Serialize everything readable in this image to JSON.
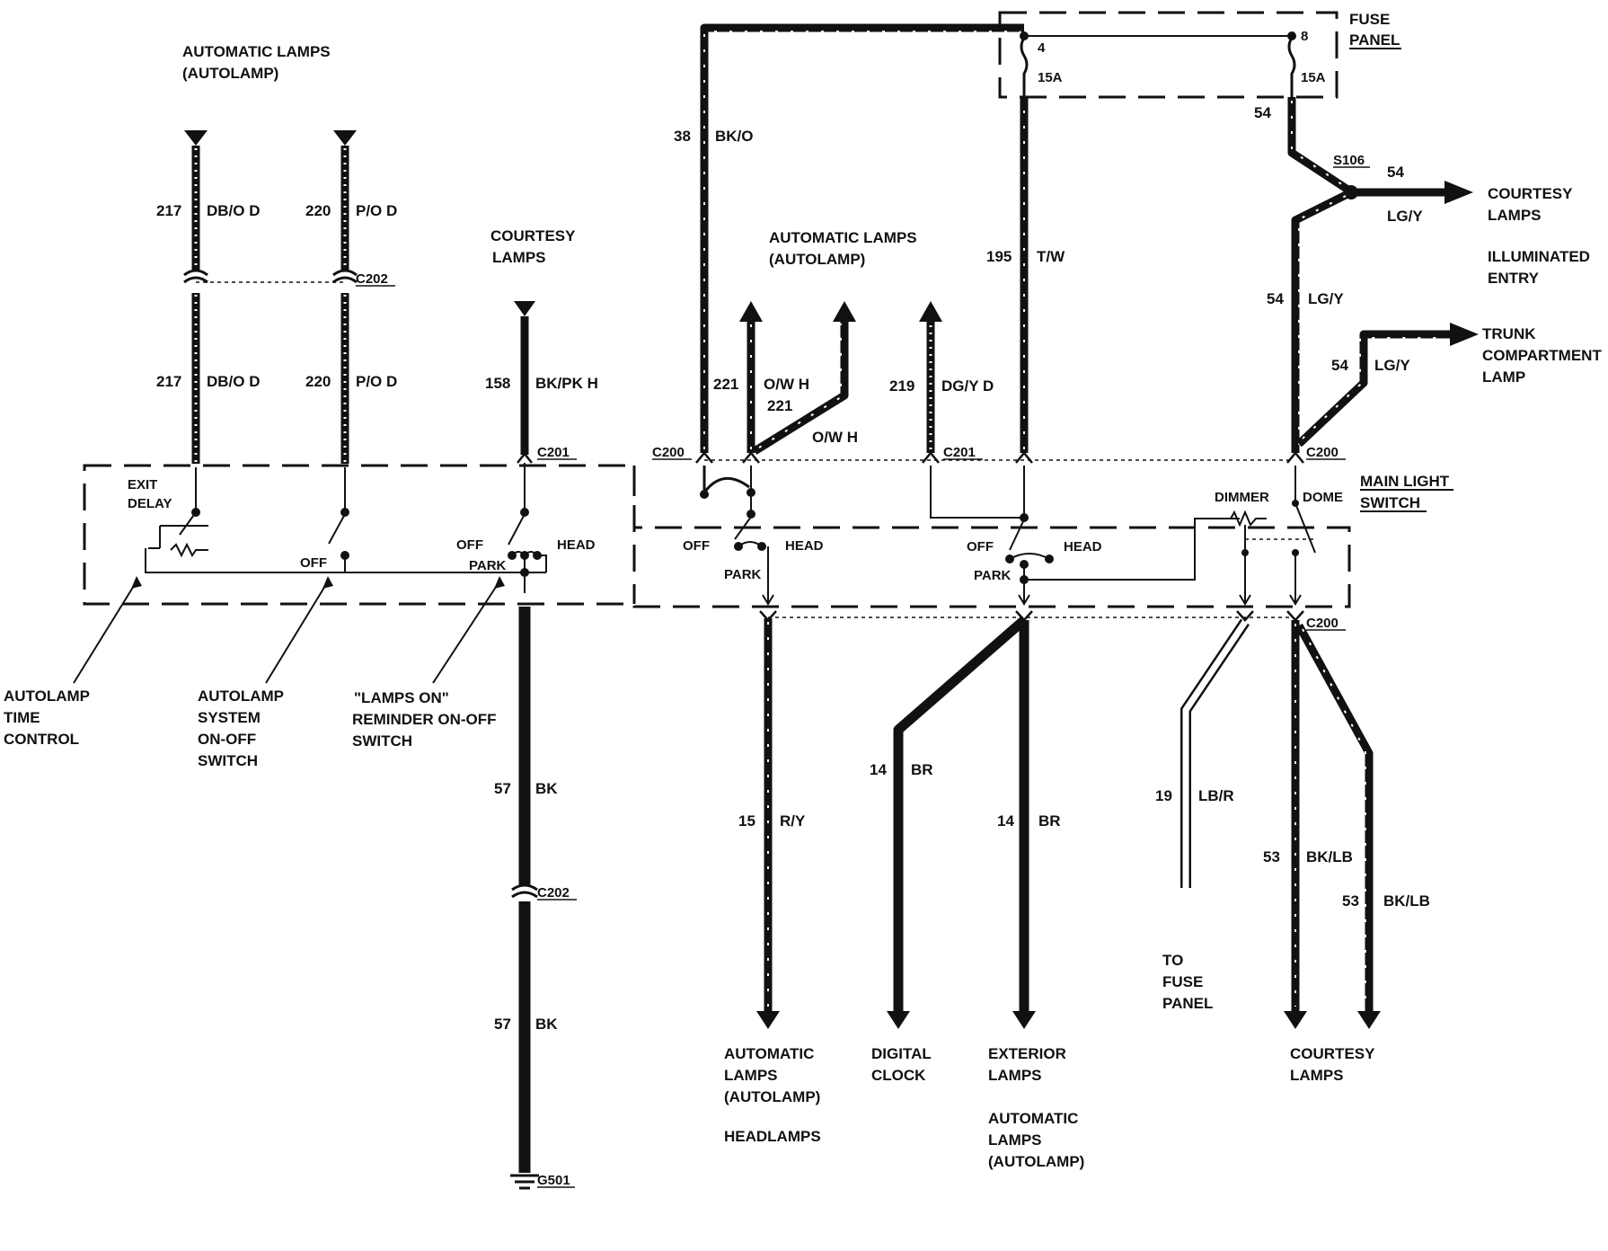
{
  "labels": {
    "autolamp_top_l1": "AUTOMATIC LAMPS",
    "autolamp_top_l2": "(AUTOLAMP)",
    "courtesy_top_l1": "COURTESY",
    "courtesy_top_l2": "LAMPS",
    "autolamp_mid_l1": "AUTOMATIC LAMPS",
    "autolamp_mid_l2": "(AUTOLAMP)",
    "fuse_panel_l1": "FUSE",
    "fuse_panel_l2": "PANEL",
    "courtesy_right_l1": "COURTESY",
    "courtesy_right_l2": "LAMPS",
    "illuminated_l1": "ILLUMINATED",
    "illuminated_l2": "ENTRY",
    "trunk_l1": "TRUNK",
    "trunk_l2": "COMPARTMENT",
    "trunk_l3": "LAMP",
    "main_switch_l1": "MAIN LIGHT",
    "main_switch_l2": "SWITCH",
    "autolamp_time_l1": "AUTOLAMP",
    "autolamp_time_l2": "TIME",
    "autolamp_time_l3": "CONTROL",
    "autolamp_sys_l1": "AUTOLAMP",
    "autolamp_sys_l2": "SYSTEM",
    "autolamp_sys_l3": "ON-OFF",
    "autolamp_sys_l4": "SWITCH",
    "lamps_on_l1": "\"LAMPS ON\"",
    "lamps_on_l2": "REMINDER ON-OFF",
    "lamps_on_l3": "SWITCH",
    "out_autolamp_l1": "AUTOMATIC",
    "out_autolamp_l2": "LAMPS",
    "out_autolamp_l3": "(AUTOLAMP)",
    "out_headlamps": "HEADLAMPS",
    "out_clock_l1": "DIGITAL",
    "out_clock_l2": "CLOCK",
    "out_exterior_l1": "EXTERIOR",
    "out_exterior_l2": "LAMPS",
    "out_ext_auto_l1": "AUTOMATIC",
    "out_ext_auto_l2": "LAMPS",
    "out_ext_auto_l3": "(AUTOLAMP)",
    "out_fuse_l1": "TO",
    "out_fuse_l2": "FUSE",
    "out_fuse_l3": "PANEL",
    "out_courtesy_l1": "COURTESY",
    "out_courtesy_l2": "LAMPS"
  },
  "switch_labels": {
    "exit_delay_l1": "EXIT",
    "exit_delay_l2": "DELAY",
    "off1": "OFF",
    "off2": "OFF",
    "park2": "PARK",
    "head2": "HEAD",
    "off3": "OFF",
    "park3": "PARK",
    "head3": "HEAD",
    "off4": "OFF",
    "park4": "PARK",
    "head4": "HEAD",
    "dimmer": "DIMMER",
    "dome": "DOME"
  },
  "fuses": {
    "f4_num": "4",
    "f4_rating": "15A",
    "f8_num": "8",
    "f8_rating": "15A"
  },
  "connectors": {
    "c202_top": "C202",
    "c201_a": "C201",
    "c201_b": "C201",
    "c200_a": "C200",
    "c200_b": "C200",
    "c200_c": "C200",
    "c202_bottom": "C202",
    "g501": "G501",
    "s106": "S106"
  },
  "wires": {
    "w217_a_num": "217",
    "w217_a_col": "DB/O D",
    "w217_b_num": "217",
    "w217_b_col": "DB/O D",
    "w220_a_num": "220",
    "w220_a_col": "P/O D",
    "w220_b_num": "220",
    "w220_b_col": "P/O D",
    "w158_num": "158",
    "w158_col": "BK/PK H",
    "w57_a_num": "57",
    "w57_a_col": "BK",
    "w57_b_num": "57",
    "w57_b_col": "BK",
    "w38_num": "38",
    "w38_col": "BK/O",
    "w221_a_num": "221",
    "w221_a_col": "O/W H",
    "w221_b_num": "221",
    "w221_b_col": "O/W H",
    "w219_num": "219",
    "w219_col": "DG/Y D",
    "w195_num": "195",
    "w195_col": "T/W",
    "w54_top_num": "54",
    "w54_s106_num": "54",
    "w54_s106_col": "LG/Y",
    "w54_mid_num": "54",
    "w54_mid_col": "LG/Y",
    "w54_trunk_num": "54",
    "w54_trunk_col": "LG/Y",
    "w15_num": "15",
    "w15_col": "R/Y",
    "w14_a_num": "14",
    "w14_a_col": "BR",
    "w14_b_num": "14",
    "w14_b_col": "BR",
    "w19_num": "19",
    "w19_col": "LB/R",
    "w53_a_num": "53",
    "w53_a_col": "BK/LB",
    "w53_b_num": "53",
    "w53_b_col": "BK/LB"
  }
}
